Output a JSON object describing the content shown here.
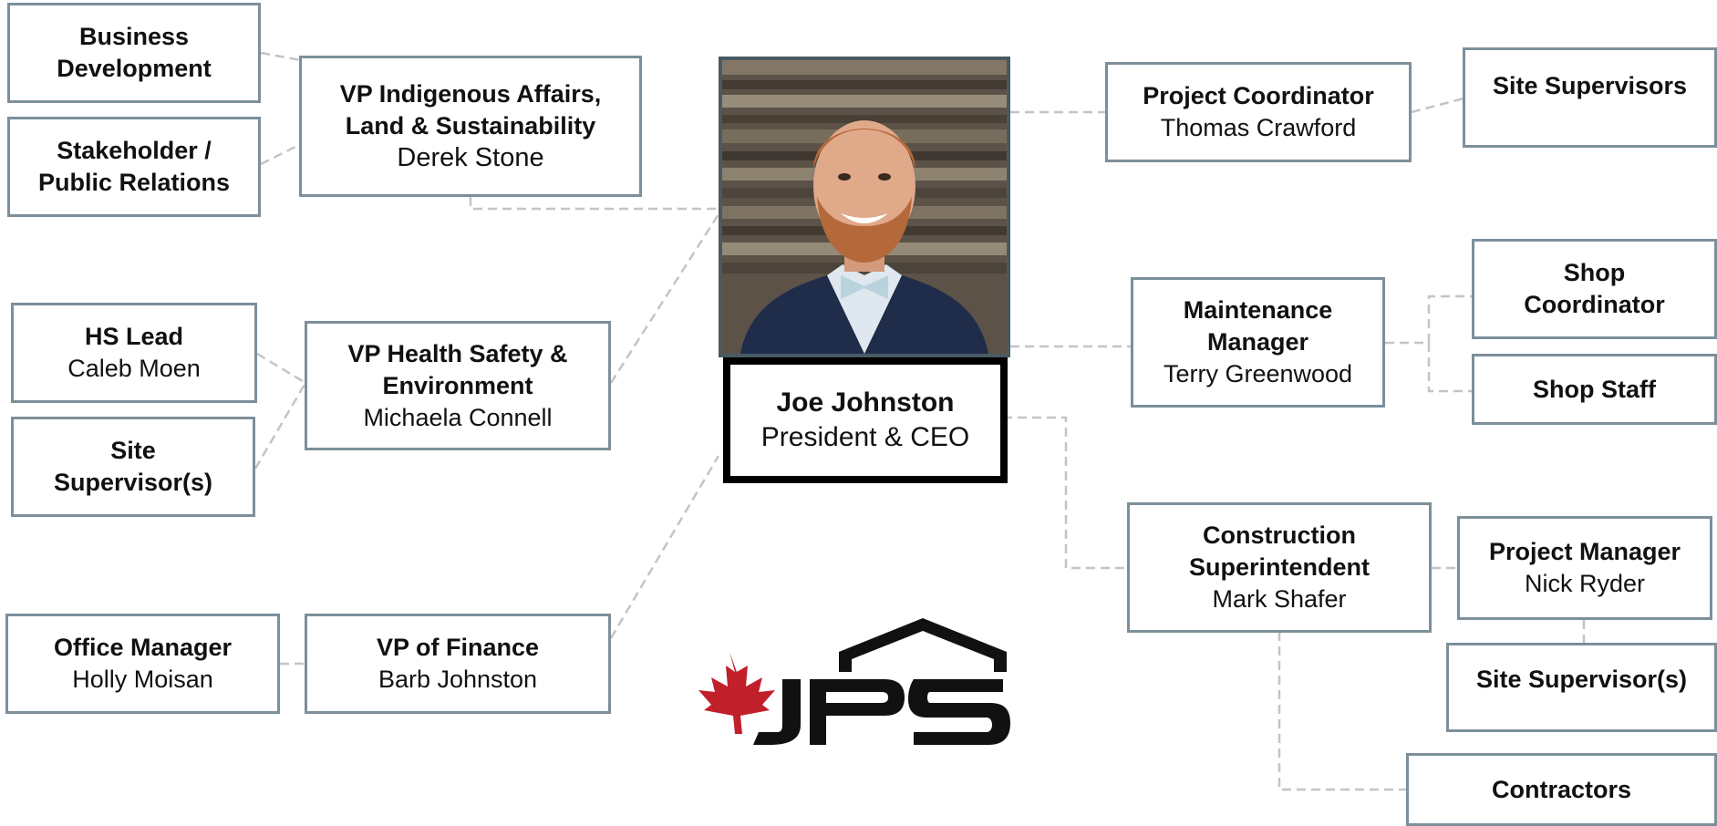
{
  "ceo": {
    "name": "Joe Johnston",
    "title": "President & CEO"
  },
  "photo": {
    "subject": "ceo-portrait"
  },
  "logo": {
    "text": "JPS",
    "leaf_color": "#c0202a",
    "mark_color": "#111111"
  },
  "colors": {
    "box_border": "#7d8f9a",
    "connector": "#c4c4c4"
  },
  "nodes": {
    "business_development": {
      "title": "Business Development"
    },
    "stakeholder": {
      "title_line1": "Stakeholder /",
      "title_line2": "Public Relations"
    },
    "vp_indigenous": {
      "title_line1": "VP Indigenous Affairs,",
      "title_line2": "Land & Sustainability",
      "name": "Derek Stone"
    },
    "hs_lead": {
      "title": "HS Lead",
      "name": "Caleb Moen"
    },
    "site_supervisors_left": {
      "title_line1": "Site",
      "title_line2": "Supervisor(s)"
    },
    "vp_hse": {
      "title_line1": "VP Health Safety &",
      "title_line2": "Environment",
      "name": "Michaela Connell"
    },
    "office_manager": {
      "title": "Office Manager",
      "name": "Holly Moisan"
    },
    "vp_finance": {
      "title": "VP of Finance",
      "name": "Barb Johnston"
    },
    "project_coordinator": {
      "title": "Project Coordinator",
      "name": "Thomas Crawford"
    },
    "site_supervisors_top": {
      "title": "Site Supervisors"
    },
    "maintenance_manager": {
      "title_line1": "Maintenance",
      "title_line2": "Manager",
      "name": "Terry Greenwood"
    },
    "shop_coordinator": {
      "title_line1": "Shop",
      "title_line2": "Coordinator"
    },
    "shop_staff": {
      "title": "Shop Staff"
    },
    "construction_superintendent": {
      "title_line1": "Construction",
      "title_line2": "Superintendent",
      "name": "Mark Shafer"
    },
    "project_manager": {
      "title": "Project Manager",
      "name": "Nick Ryder"
    },
    "site_supervisors_right": {
      "title": "Site Supervisor(s)"
    },
    "contractors": {
      "title": "Contractors"
    }
  }
}
